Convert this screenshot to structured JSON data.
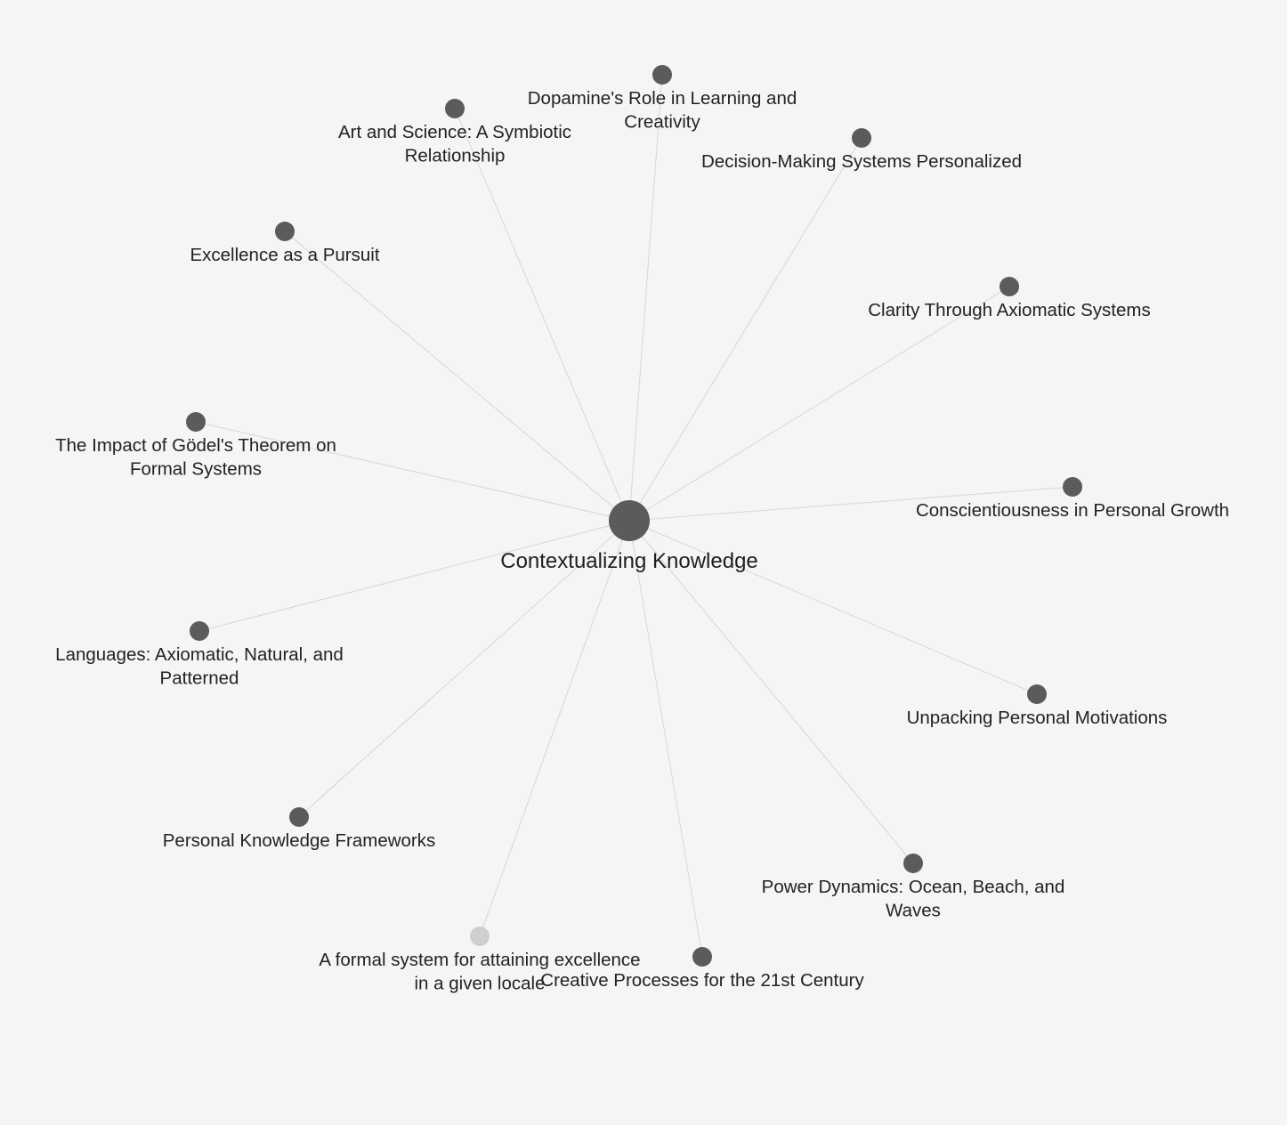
{
  "graph": {
    "center": {
      "id": "center",
      "label": "Contextualizing Knowledge"
    },
    "nodes": [
      {
        "id": "dopamine",
        "lines": [
          "Dopamine's Role in Learning and",
          "Creativity"
        ],
        "faded": false
      },
      {
        "id": "art-science",
        "lines": [
          "Art and Science: A Symbiotic",
          "Relationship"
        ],
        "faded": false
      },
      {
        "id": "decision-making",
        "lines": [
          "Decision-Making Systems Personalized"
        ],
        "faded": false
      },
      {
        "id": "excellence",
        "lines": [
          "Excellence as a Pursuit"
        ],
        "faded": false
      },
      {
        "id": "clarity",
        "lines": [
          "Clarity Through Axiomatic Systems"
        ],
        "faded": false
      },
      {
        "id": "godel",
        "lines": [
          "The Impact of Gödel's Theorem on",
          "Formal Systems"
        ],
        "faded": false
      },
      {
        "id": "conscientiousness",
        "lines": [
          "Conscientiousness in Personal Growth"
        ],
        "faded": false
      },
      {
        "id": "languages",
        "lines": [
          "Languages: Axiomatic, Natural, and",
          "Patterned"
        ],
        "faded": false
      },
      {
        "id": "motivations",
        "lines": [
          "Unpacking Personal Motivations"
        ],
        "faded": false
      },
      {
        "id": "frameworks",
        "lines": [
          "Personal Knowledge Frameworks"
        ],
        "faded": false
      },
      {
        "id": "power-dynamics",
        "lines": [
          "Power Dynamics: Ocean, Beach, and",
          "Waves"
        ],
        "faded": false
      },
      {
        "id": "formal-system",
        "lines": [
          "A formal system for attaining excellence",
          "in a given locale"
        ],
        "faded": true
      },
      {
        "id": "creative-processes",
        "lines": [
          "Creative Processes for the 21st Century"
        ],
        "faded": false
      }
    ],
    "edges": [
      [
        "center",
        "dopamine"
      ],
      [
        "center",
        "art-science"
      ],
      [
        "center",
        "decision-making"
      ],
      [
        "center",
        "excellence"
      ],
      [
        "center",
        "clarity"
      ],
      [
        "center",
        "godel"
      ],
      [
        "center",
        "conscientiousness"
      ],
      [
        "center",
        "languages"
      ],
      [
        "center",
        "motivations"
      ],
      [
        "center",
        "frameworks"
      ],
      [
        "center",
        "power-dynamics"
      ],
      [
        "center",
        "formal-system"
      ],
      [
        "center",
        "creative-processes"
      ]
    ]
  }
}
